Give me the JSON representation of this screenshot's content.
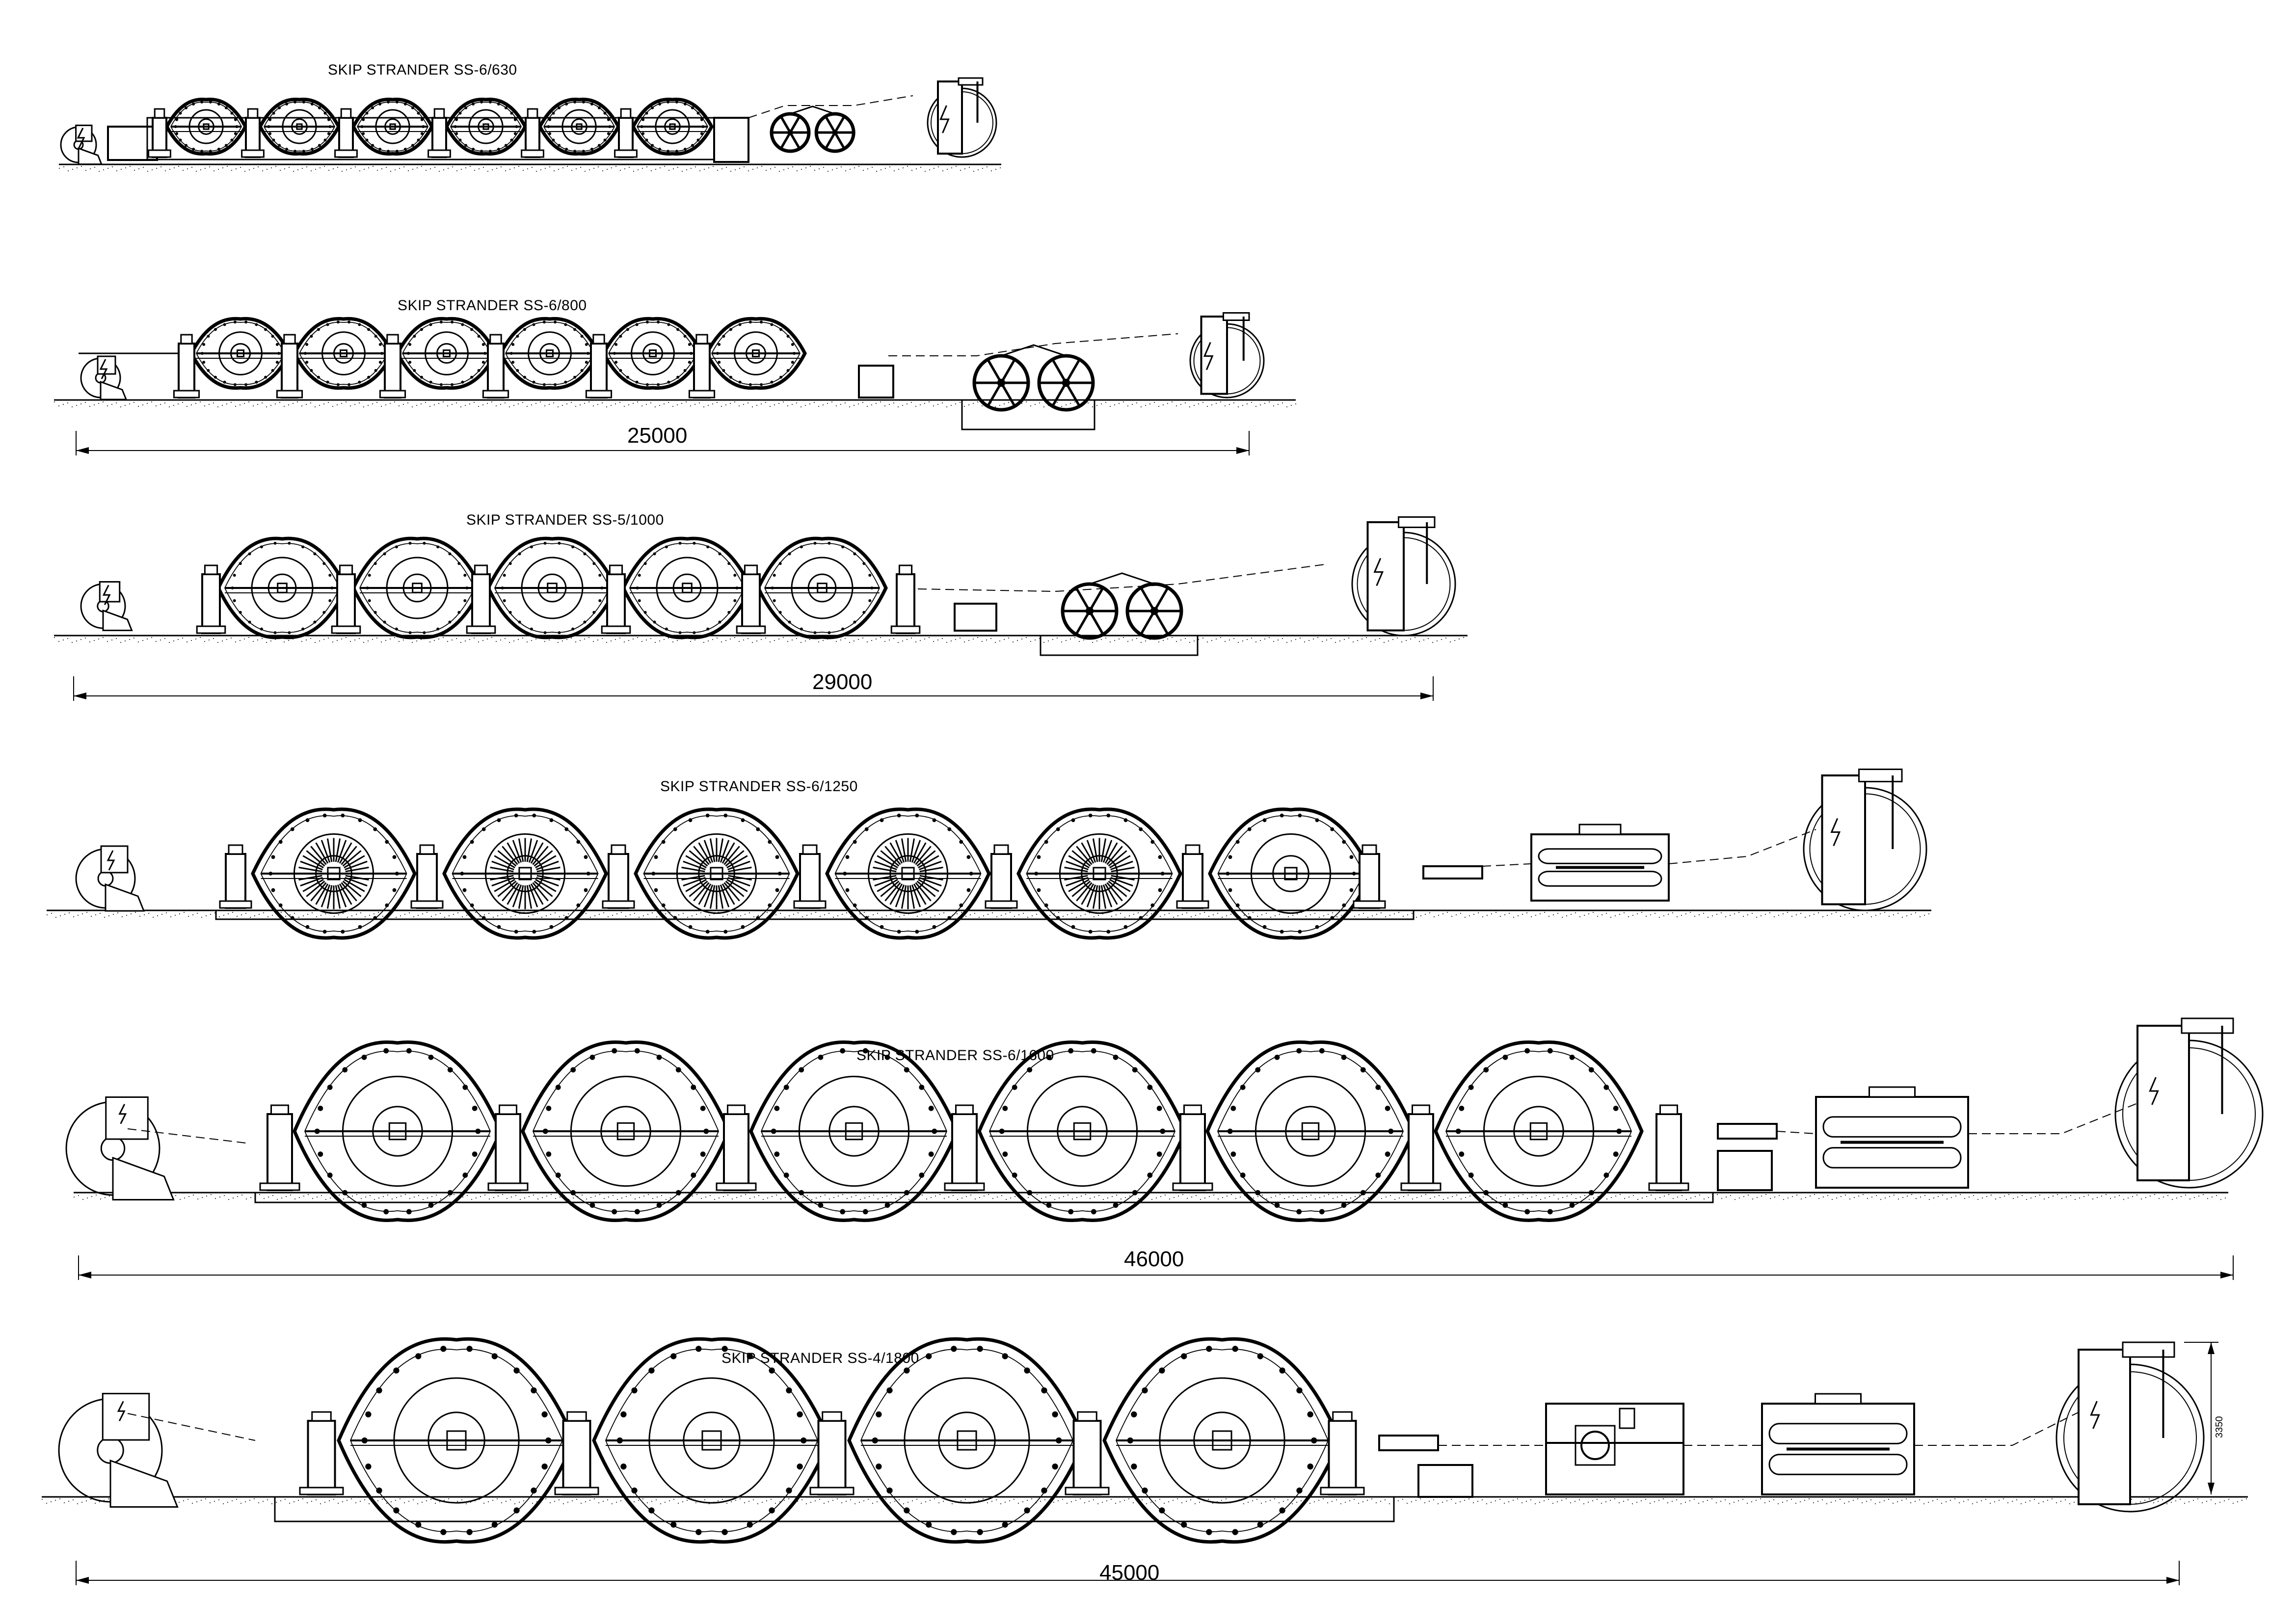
{
  "lines": [
    {
      "title": "SKIP STRANDER  SS-6/630",
      "bobbins": 6,
      "dimension": ""
    },
    {
      "title": "SKIP STRANDER  SS-6/800",
      "bobbins": 6,
      "dimension": "25000"
    },
    {
      "title": "SKIP STRANDER  SS-5/1000",
      "bobbins": 5,
      "dimension": "29000"
    },
    {
      "title": "SKIP STRANDER SS-6/1250",
      "bobbins": 6,
      "dimension": ""
    },
    {
      "title": "SKIP STRANDER SS-6/1600",
      "bobbins": 6,
      "dimension": "46000"
    },
    {
      "title": "SKIP STRANDER SS-4/1800",
      "bobbins": 4,
      "dimension": "45000"
    }
  ],
  "height_dimension": "3350"
}
